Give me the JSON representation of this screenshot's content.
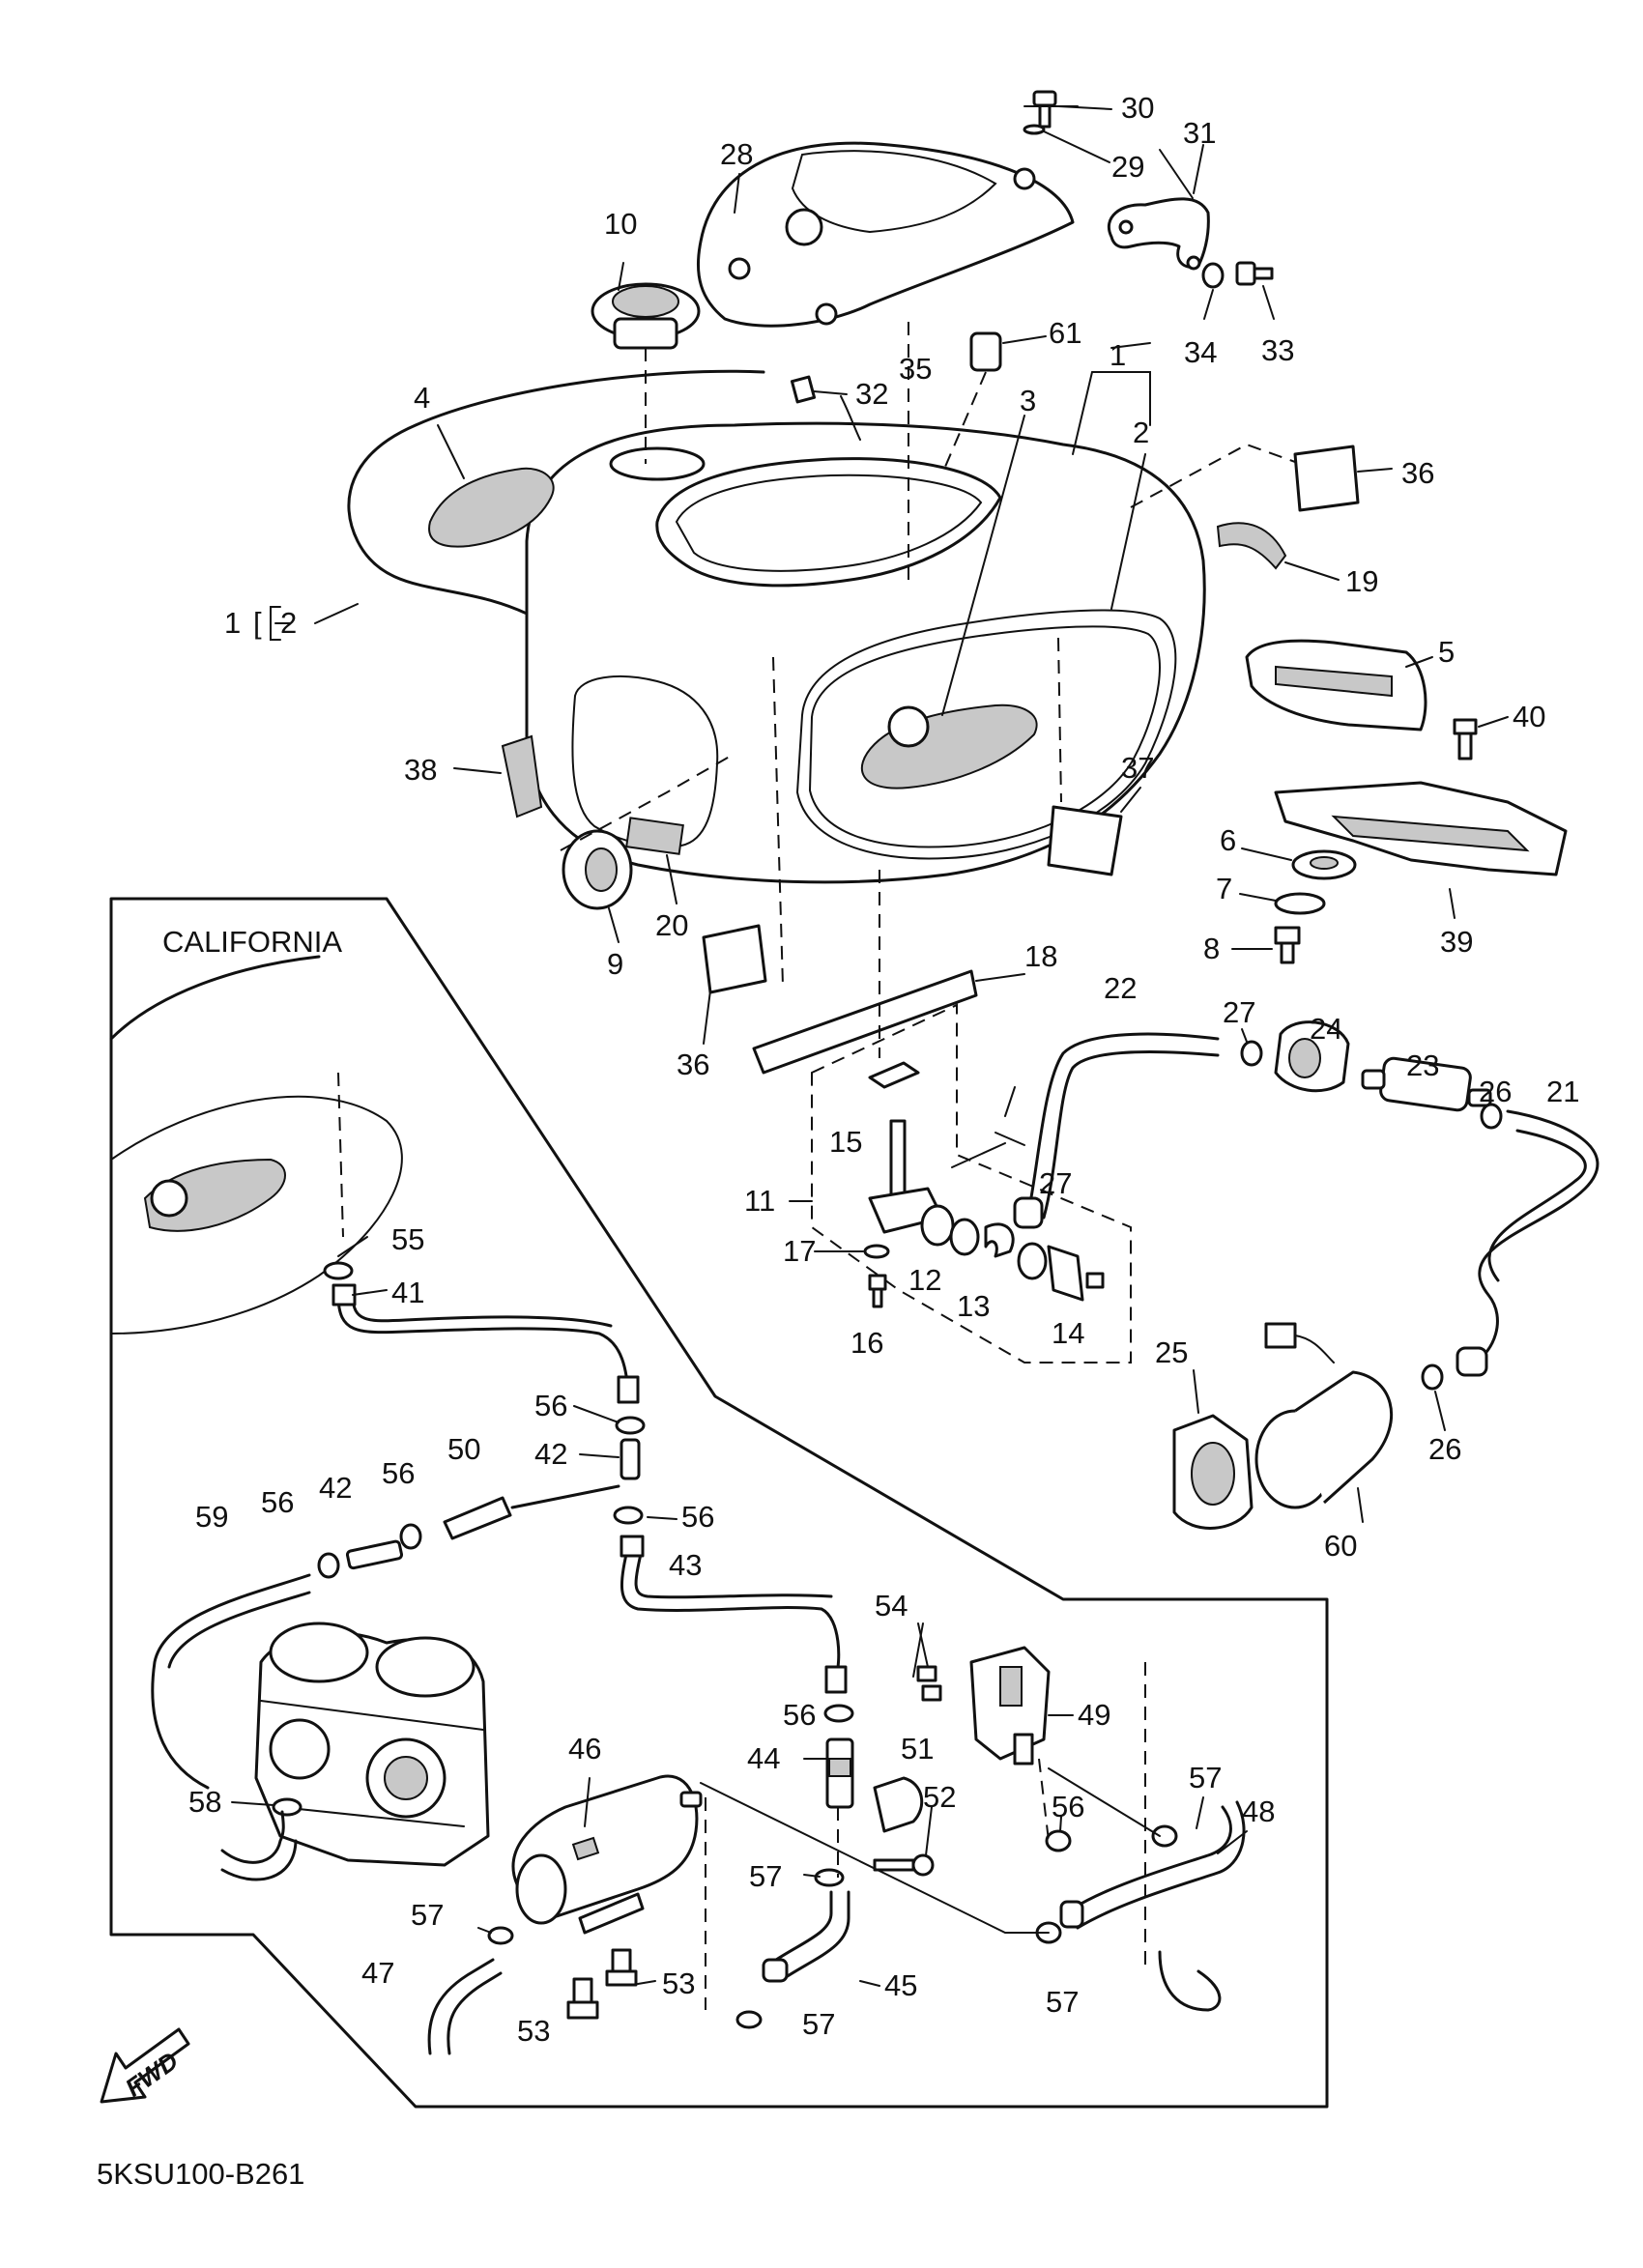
{
  "diagram": {
    "region_label": "CALIFORNIA",
    "drawing_code": "5KSU100-B261",
    "fwd_label": "FWD",
    "bracket_ref": {
      "lead": "1",
      "bracket": "[",
      "tail": "2"
    },
    "callouts": [
      {
        "id": "c30",
        "text": "30"
      },
      {
        "id": "c29",
        "text": "29"
      },
      {
        "id": "c31",
        "text": "31"
      },
      {
        "id": "c28",
        "text": "28"
      },
      {
        "id": "c10",
        "text": "10"
      },
      {
        "id": "c61",
        "text": "61"
      },
      {
        "id": "c34",
        "text": "34"
      },
      {
        "id": "c33",
        "text": "33"
      },
      {
        "id": "c1",
        "text": "1"
      },
      {
        "id": "c35",
        "text": "35"
      },
      {
        "id": "c32",
        "text": "32"
      },
      {
        "id": "c3",
        "text": "3"
      },
      {
        "id": "c2",
        "text": "2"
      },
      {
        "id": "c4",
        "text": "4"
      },
      {
        "id": "c36a",
        "text": "36"
      },
      {
        "id": "c19",
        "text": "19"
      },
      {
        "id": "c5",
        "text": "5"
      },
      {
        "id": "c40",
        "text": "40"
      },
      {
        "id": "c38",
        "text": "38"
      },
      {
        "id": "c37",
        "text": "37"
      },
      {
        "id": "c6",
        "text": "6"
      },
      {
        "id": "c7",
        "text": "7"
      },
      {
        "id": "c8",
        "text": "8"
      },
      {
        "id": "c39",
        "text": "39"
      },
      {
        "id": "c9",
        "text": "9"
      },
      {
        "id": "c20",
        "text": "20"
      },
      {
        "id": "c18",
        "text": "18"
      },
      {
        "id": "c36b",
        "text": "36"
      },
      {
        "id": "c22",
        "text": "22"
      },
      {
        "id": "c27a",
        "text": "27"
      },
      {
        "id": "c24",
        "text": "24"
      },
      {
        "id": "c23",
        "text": "23"
      },
      {
        "id": "c26a",
        "text": "26"
      },
      {
        "id": "c21",
        "text": "21"
      },
      {
        "id": "c15",
        "text": "15"
      },
      {
        "id": "c11",
        "text": "11"
      },
      {
        "id": "c27b",
        "text": "27"
      },
      {
        "id": "c55",
        "text": "55"
      },
      {
        "id": "c17",
        "text": "17"
      },
      {
        "id": "c12",
        "text": "12"
      },
      {
        "id": "c13",
        "text": "13"
      },
      {
        "id": "c14",
        "text": "14"
      },
      {
        "id": "c16",
        "text": "16"
      },
      {
        "id": "c41",
        "text": "41"
      },
      {
        "id": "c25",
        "text": "25"
      },
      {
        "id": "c26b",
        "text": "26"
      },
      {
        "id": "c56a",
        "text": "56"
      },
      {
        "id": "c42a",
        "text": "42"
      },
      {
        "id": "c50",
        "text": "50"
      },
      {
        "id": "c42b",
        "text": "42"
      },
      {
        "id": "c56b",
        "text": "56"
      },
      {
        "id": "c56c",
        "text": "56"
      },
      {
        "id": "c59",
        "text": "59"
      },
      {
        "id": "c56d",
        "text": "56"
      },
      {
        "id": "c60",
        "text": "60"
      },
      {
        "id": "c43",
        "text": "43"
      },
      {
        "id": "c54",
        "text": "54"
      },
      {
        "id": "c49",
        "text": "49"
      },
      {
        "id": "c56e",
        "text": "56"
      },
      {
        "id": "c46",
        "text": "46"
      },
      {
        "id": "c51",
        "text": "51"
      },
      {
        "id": "c44",
        "text": "44"
      },
      {
        "id": "c52",
        "text": "52"
      },
      {
        "id": "c57a",
        "text": "57"
      },
      {
        "id": "c58",
        "text": "58"
      },
      {
        "id": "c56f",
        "text": "56"
      },
      {
        "id": "c48",
        "text": "48"
      },
      {
        "id": "c57b",
        "text": "57"
      },
      {
        "id": "c57c",
        "text": "57"
      },
      {
        "id": "c47",
        "text": "47"
      },
      {
        "id": "c53a",
        "text": "53"
      },
      {
        "id": "c45",
        "text": "45"
      },
      {
        "id": "c57d",
        "text": "57"
      },
      {
        "id": "c53b",
        "text": "53"
      },
      {
        "id": "c57e",
        "text": "57"
      }
    ]
  }
}
